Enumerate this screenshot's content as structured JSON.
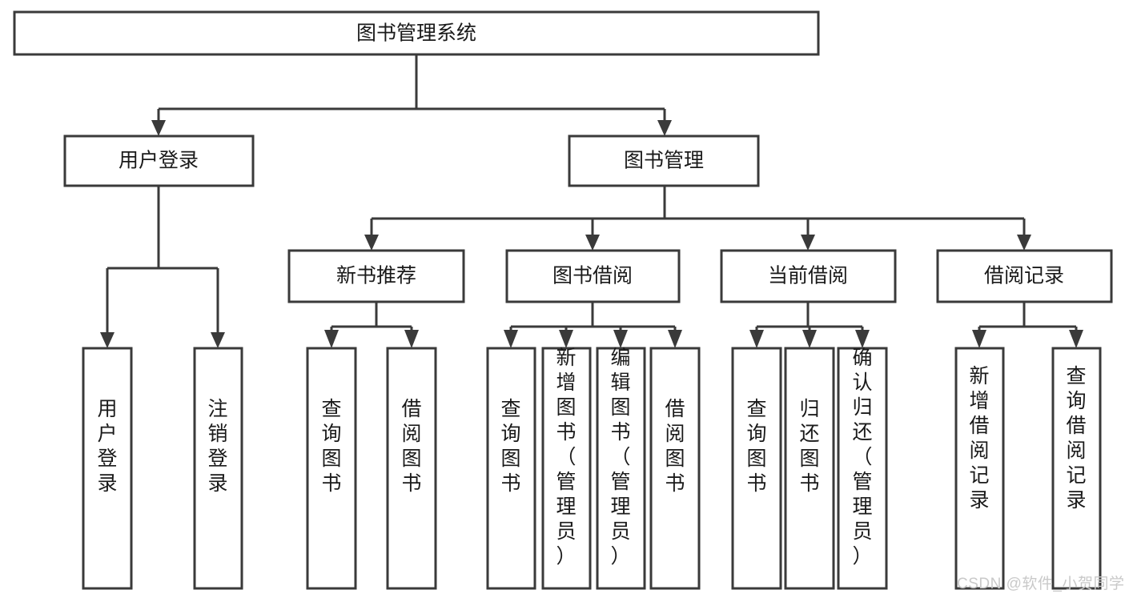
{
  "diagram": {
    "title": "图书管理系统",
    "type": "tree-hierarchy",
    "root": {
      "id": "root",
      "label": "图书管理系统"
    },
    "level2": [
      {
        "id": "user-login",
        "label": "用户登录"
      },
      {
        "id": "book-manage",
        "label": "图书管理"
      }
    ],
    "level3": [
      {
        "id": "new-book-rec",
        "label": "新书推荐",
        "parent": "book-manage"
      },
      {
        "id": "book-borrow",
        "label": "图书借阅",
        "parent": "book-manage"
      },
      {
        "id": "current-borrow",
        "label": "当前借阅",
        "parent": "book-manage"
      },
      {
        "id": "borrow-record",
        "label": "借阅记录",
        "parent": "book-manage"
      }
    ],
    "leaves": {
      "user-login": [
        {
          "id": "leaf-user-login",
          "label": "用户登录"
        },
        {
          "id": "leaf-logout",
          "label": "注销登录"
        }
      ],
      "new-book-rec": [
        {
          "id": "leaf-query-book-1",
          "label": "查询图书"
        },
        {
          "id": "leaf-borrow-book-1",
          "label": "借阅图书"
        }
      ],
      "book-borrow": [
        {
          "id": "leaf-query-book-2",
          "label": "查询图书"
        },
        {
          "id": "leaf-add-book",
          "label": "新增图书（管理员）"
        },
        {
          "id": "leaf-edit-book",
          "label": "编辑图书（管理员）"
        },
        {
          "id": "leaf-borrow-book-2",
          "label": "借阅图书"
        }
      ],
      "current-borrow": [
        {
          "id": "leaf-query-book-3",
          "label": "查询图书"
        },
        {
          "id": "leaf-return-book",
          "label": "归还图书"
        },
        {
          "id": "leaf-confirm-return",
          "label": "确认归还（管理员）"
        }
      ],
      "borrow-record": [
        {
          "id": "leaf-add-record",
          "label": "新增借阅记录"
        },
        {
          "id": "leaf-query-record",
          "label": "查询借阅记录"
        }
      ]
    }
  },
  "watermark": {
    "text": "CSDN @软件_小贺同学"
  },
  "colors": {
    "stroke": "#3a3a3a",
    "fill": "#ffffff",
    "text": "#1a1a1a",
    "watermark": "#c9c9c9"
  }
}
